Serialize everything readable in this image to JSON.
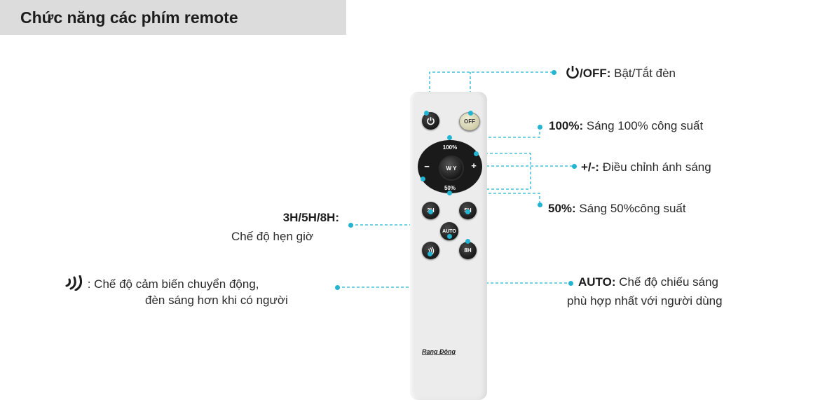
{
  "header": {
    "title": "Chức năng các phím remote"
  },
  "remote": {
    "buttons": {
      "off": "OFF",
      "pct100": "100%",
      "pct50": "50%",
      "minus": "−",
      "plus": "+",
      "center": "W Y",
      "h3": "3H",
      "h5": "5H",
      "h8": "8H",
      "auto": "AUTO"
    },
    "brand": "Rạng Đông"
  },
  "labels": {
    "power": {
      "bold": "/OFF:",
      "text": " Bật/Tắt đèn"
    },
    "p100": {
      "bold": "100%:",
      "text": " Sáng 100% công suất"
    },
    "plusminus": {
      "bold": "+/-:",
      "text": " Điều chỉnh ánh sáng"
    },
    "p50": {
      "bold": "50%:",
      "text": " Sáng 50%công suất"
    },
    "timer": {
      "bold": "3H/5H/8H:",
      "text": "Chế độ hẹn giờ"
    },
    "sensor": {
      "line1": ": Chế độ cảm biến chuyển động,",
      "line2": "đèn sáng hơn khi có người"
    },
    "auto": {
      "bold": "AUTO:",
      "text": " Chế độ chiếu sáng",
      "line2": "phù hợp nhất với người dùng"
    }
  },
  "colors": {
    "accent": "#22b5d2",
    "header_bg": "#dcdcdc"
  },
  "icons": {
    "power": "power-icon",
    "sensor": "motion-sensor-icon"
  }
}
